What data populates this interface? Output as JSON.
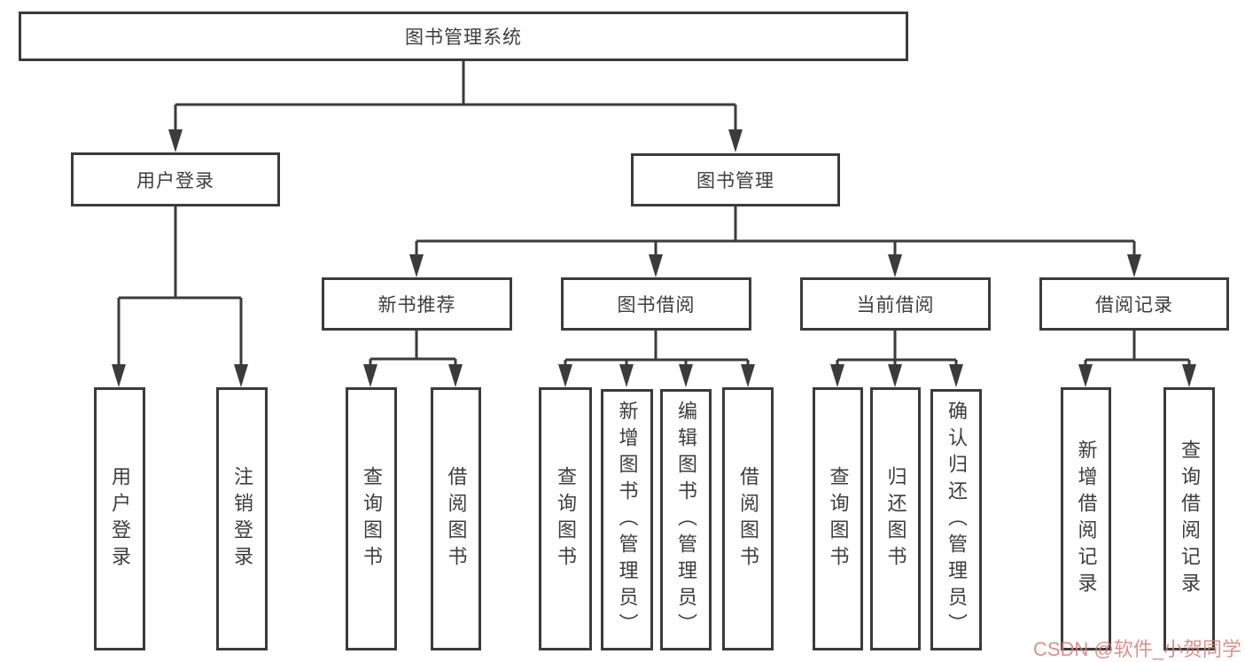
{
  "diagram": {
    "root": {
      "label": "图书管理系统",
      "children": [
        {
          "label": "用户登录",
          "children": [
            {
              "label": "用户登录"
            },
            {
              "label": "注销登录"
            }
          ]
        },
        {
          "label": "图书管理",
          "children": [
            {
              "label": "新书推荐",
              "children": [
                {
                  "label": "查询图书"
                },
                {
                  "label": "借阅图书"
                }
              ]
            },
            {
              "label": "图书借阅",
              "children": [
                {
                  "label": "查询图书"
                },
                {
                  "label": "新增图书（管理员）"
                },
                {
                  "label": "编辑图书（管理员）"
                },
                {
                  "label": "借阅图书"
                }
              ]
            },
            {
              "label": "当前借阅",
              "children": [
                {
                  "label": "查询图书"
                },
                {
                  "label": "归还图书"
                },
                {
                  "label": "确认归还（管理员）"
                }
              ]
            },
            {
              "label": "借阅记录",
              "children": [
                {
                  "label": "新增借阅记录"
                },
                {
                  "label": "查询借阅记录"
                }
              ]
            }
          ]
        }
      ]
    },
    "colors": {
      "line": "#3b3b3b",
      "text": "#3d3d3d",
      "box_background": "#ffffff",
      "watermark": "#d67d78"
    }
  },
  "watermark": {
    "text": "CSDN @软件_小贺同学"
  }
}
